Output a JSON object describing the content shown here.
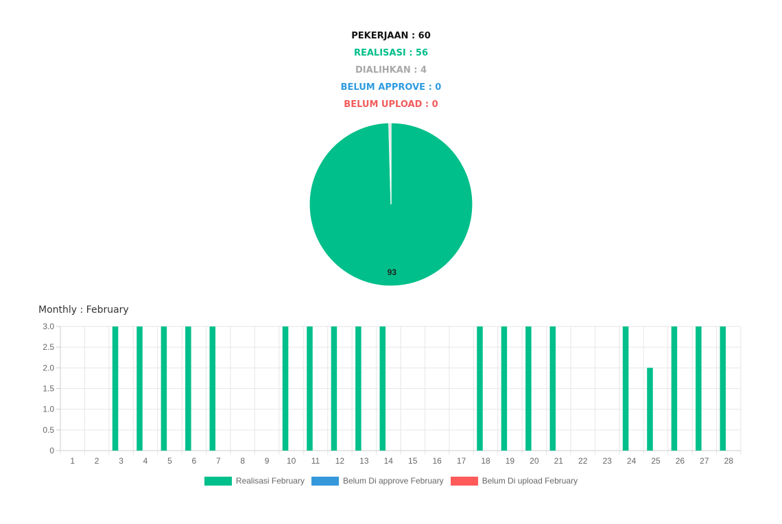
{
  "summary": {
    "pekerjaan": {
      "text": "PEKERJAAN : 60",
      "color": "#111111"
    },
    "realisasi": {
      "text": "REALISASI : 56",
      "color": "#00BF8A"
    },
    "dialihkan": {
      "text": "DIALIHKAN : 4",
      "color": "#A8A8A8"
    },
    "belum_approve": {
      "text": "BELUM APPROVE : 0",
      "color": "#2E9BE0"
    },
    "belum_upload": {
      "text": "BELUM UPLOAD : 0",
      "color": "#F25B5B"
    }
  },
  "monthly_title": "Monthly : February",
  "chart_data": [
    {
      "type": "pie",
      "slices": [
        {
          "value": 93,
          "label": "93",
          "color": "#00BF8A"
        },
        {
          "value": 0.4,
          "label": "",
          "color": "#D9D9D9"
        }
      ]
    },
    {
      "type": "bar",
      "categories": [
        "1",
        "2",
        "3",
        "4",
        "5",
        "6",
        "7",
        "8",
        "9",
        "10",
        "11",
        "12",
        "13",
        "14",
        "15",
        "16",
        "17",
        "18",
        "19",
        "20",
        "21",
        "22",
        "23",
        "24",
        "25",
        "26",
        "27",
        "28"
      ],
      "series": [
        {
          "name": "Realisasi February",
          "color": "#00BF8A",
          "values": [
            0,
            0,
            3,
            3,
            3,
            3,
            3,
            0,
            0,
            3,
            3,
            3,
            3,
            3,
            0,
            0,
            0,
            3,
            3,
            3,
            3,
            0,
            0,
            3,
            2,
            3,
            3,
            3
          ]
        },
        {
          "name": "Belum Di approve February",
          "color": "#3498DB",
          "values": [
            0,
            0,
            0,
            0,
            0,
            0,
            0,
            0,
            0,
            0,
            0,
            0,
            0,
            0,
            0,
            0,
            0,
            0,
            0,
            0,
            0,
            0,
            0,
            0,
            0,
            0,
            0,
            0
          ]
        },
        {
          "name": "Belum Di upload February",
          "color": "#FF5B5B",
          "values": [
            0,
            0,
            0,
            0,
            0,
            0,
            0,
            0,
            0,
            0,
            0,
            0,
            0,
            0,
            0,
            0,
            0,
            0,
            0,
            0,
            0,
            0,
            0,
            0,
            0,
            0,
            0,
            0
          ]
        }
      ],
      "ylim": [
        0,
        3
      ],
      "yticks": [
        "0",
        "0.5",
        "1.0",
        "1.5",
        "2.0",
        "2.5",
        "3.0"
      ],
      "grid": true,
      "legend": "bottom"
    }
  ]
}
